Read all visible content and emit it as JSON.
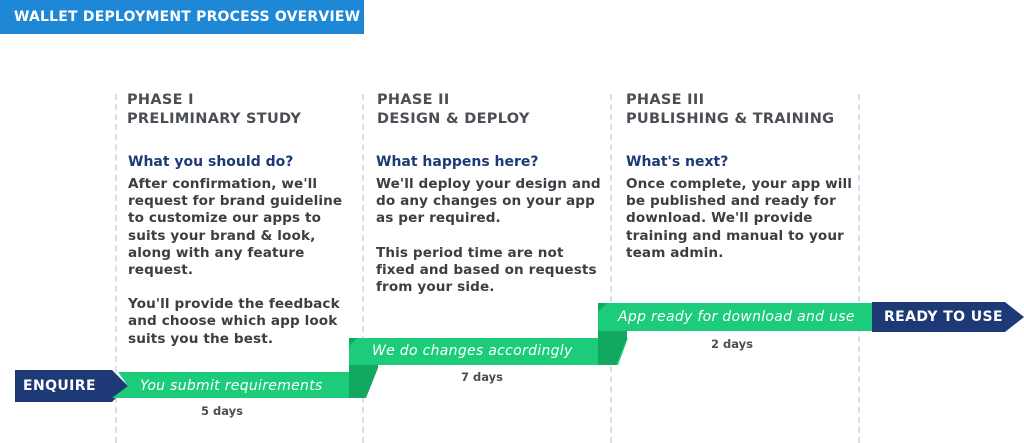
{
  "header": {
    "title": "WALLET DEPLOYMENT PROCESS OVERVIEW"
  },
  "colors": {
    "header_blue": "#1e88d6",
    "navy": "#1e3a76",
    "green": "#1dcc7a",
    "green_dark": "#13a85f"
  },
  "phases": [
    {
      "title_line1": "PHASE I",
      "title_line2": "PRELIMINARY STUDY",
      "question": "What you should do?",
      "body": [
        "After confirmation, we'll request for brand guideline to customize our apps to suits your brand & look, along with any feature request.",
        "You'll provide the feedback and choose which app look suits you the best."
      ]
    },
    {
      "title_line1": "PHASE II",
      "title_line2": "DESIGN & DEPLOY",
      "question": "What happens here?",
      "body": [
        "We'll deploy your design and do any changes on your app as per required.",
        "This period time are not fixed and based on requests from your side."
      ]
    },
    {
      "title_line1": "PHASE III",
      "title_line2": "PUBLISHING & TRAINING",
      "question": "What's next?",
      "body": [
        "Once complete, your app will be published and ready for download. We'll provide training and manual to your team admin."
      ]
    }
  ],
  "timeline": {
    "start_label": "ENQUIRE",
    "end_label": "READY TO USE",
    "steps": [
      {
        "label": "You submit requirements",
        "duration": "5 days"
      },
      {
        "label": "We do changes accordingly",
        "duration": "7 days"
      },
      {
        "label": "App ready for download and use",
        "duration": "2 days"
      }
    ]
  }
}
